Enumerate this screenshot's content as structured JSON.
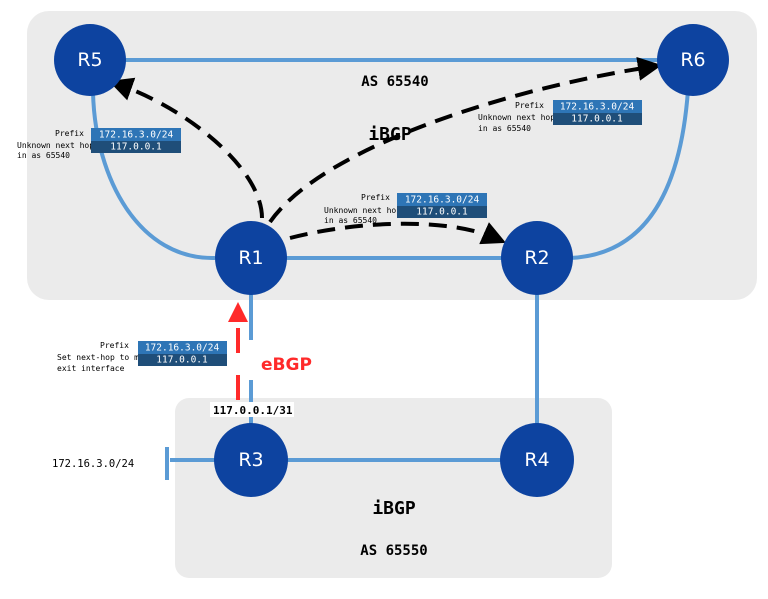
{
  "diagram": {
    "upper_as": {
      "label": "AS 65540",
      "session_label": "iBGP"
    },
    "lower_as": {
      "label": "AS 65550",
      "session_label": "iBGP"
    },
    "routers": [
      {
        "id": "R1",
        "label": "R1"
      },
      {
        "id": "R2",
        "label": "R2"
      },
      {
        "id": "R3",
        "label": "R3"
      },
      {
        "id": "R4",
        "label": "R4"
      },
      {
        "id": "R5",
        "label": "R5"
      },
      {
        "id": "R6",
        "label": "R6"
      }
    ],
    "links": [
      [
        "R5",
        "R6"
      ],
      [
        "R5",
        "R1"
      ],
      [
        "R1",
        "R2"
      ],
      [
        "R2",
        "R6"
      ],
      [
        "R2",
        "R4"
      ],
      [
        "R1",
        "R3"
      ],
      [
        "R3",
        "R4"
      ]
    ],
    "ibgp_advertisements": [
      {
        "from": "R1",
        "to": "R5"
      },
      {
        "from": "R1",
        "to": "R6"
      },
      {
        "from": "R1",
        "to": "R2"
      }
    ],
    "ebgp": {
      "label": "eBGP",
      "from": "R3",
      "to": "R1",
      "color": "#ff2a2a"
    },
    "interface_label": "117.0.0.1/31",
    "network_label": "172.16.3.0/24",
    "route_boxes": [
      {
        "id": "r5",
        "caption_prefix": "Prefix",
        "caption_line1": "Unknown next hop",
        "caption_line2": "in as 65540",
        "prefix": "172.16.3.0/24",
        "next_hop": "117.0.0.1"
      },
      {
        "id": "r6",
        "caption_prefix": "Prefix",
        "caption_line1": "Unknown next hop",
        "caption_line2": "in as 65540",
        "prefix": "172.16.3.0/24",
        "next_hop": "117.0.0.1"
      },
      {
        "id": "r2",
        "caption_prefix": "Prefix",
        "caption_line1": "Unknown next hop",
        "caption_line2": "in as 65540",
        "prefix": "172.16.3.0/24",
        "next_hop": "117.0.0.1"
      },
      {
        "id": "r1",
        "caption_prefix": "Prefix",
        "caption_line1": "Set next-hop to my",
        "caption_line2": "exit interface",
        "prefix": "172.16.3.0/24",
        "next_hop": "117.0.0.1"
      }
    ],
    "colors": {
      "router_fill": "#0d43a0",
      "link": "#5b9bd5",
      "as_background": "#ebebeb",
      "prefix_box_top": "#2e75b6",
      "prefix_box_bottom": "#1f4e79"
    }
  }
}
